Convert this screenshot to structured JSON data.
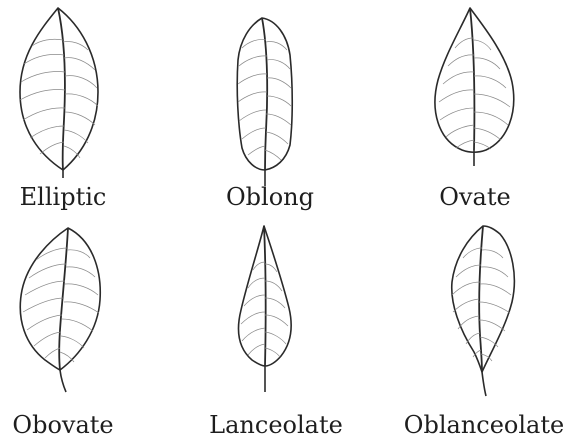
{
  "leaves": [
    {
      "label": "Elliptic"
    },
    {
      "label": "Oblong"
    },
    {
      "label": "Ovate"
    },
    {
      "label": "Obovate"
    },
    {
      "label": "Lanceolate"
    },
    {
      "label": "Oblanceolate"
    }
  ]
}
